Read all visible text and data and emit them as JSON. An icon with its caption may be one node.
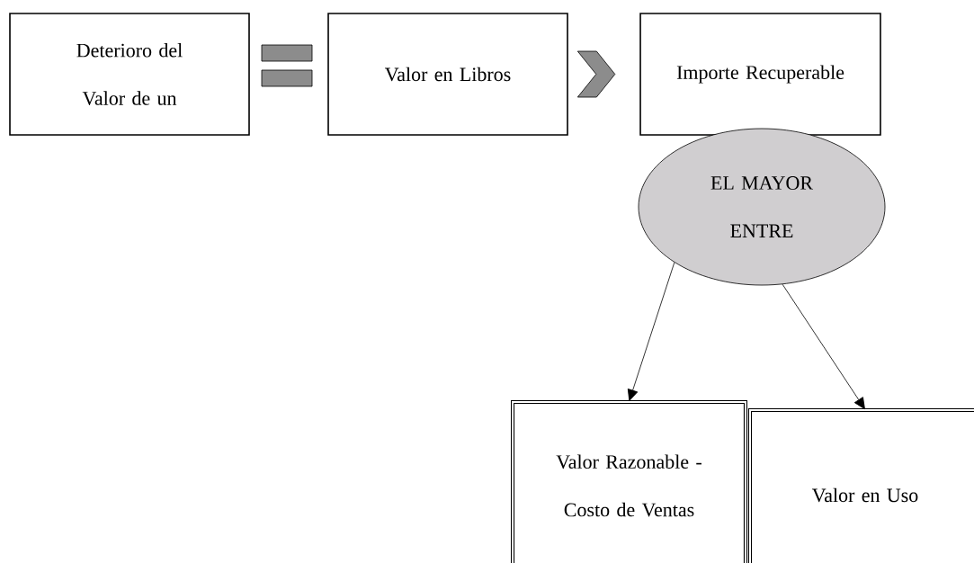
{
  "diagram": {
    "nodes": [
      {
        "text": [
          "Deterioro del Valor de un"
        ]
      },
      {
        "text": [
          "Valor en Libros"
        ]
      },
      {
        "text": [
          "Importe Recuperable"
        ]
      },
      {
        "text": [
          "EL MAYOR ENTRE"
        ]
      },
      {
        "text": [
          "Valor Razonable - Costo de Ventas"
        ]
      },
      {
        "text": [
          "Valor en Uso"
        ]
      }
    ],
    "edges": [
      {
        "from": 1,
        "to": 2,
        "arrow": "to"
      },
      {
        "from": 3,
        "to": 4,
        "arrow": "to"
      },
      {
        "from": 3,
        "to": 5,
        "arrow": "to"
      }
    ]
  }
}
